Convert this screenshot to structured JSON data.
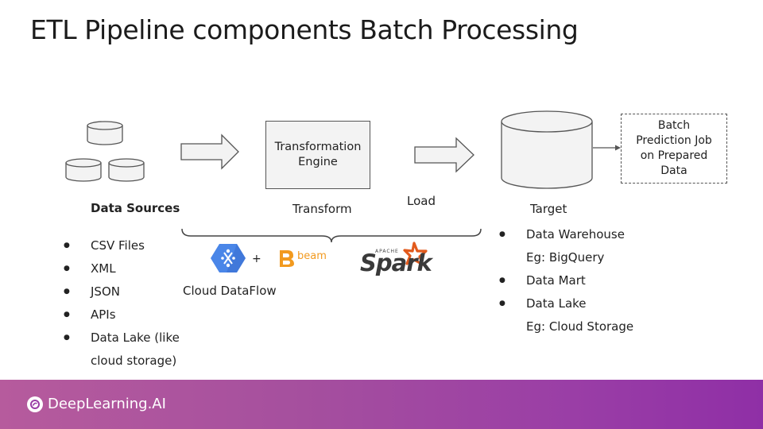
{
  "slide": {
    "title": "ETL Pipeline components Batch Processing"
  },
  "diagram": {
    "sources_label": "Data Sources",
    "engine_label": "Transformation Engine",
    "transform_label": "Transform",
    "load_label": "Load",
    "target_label": "Target",
    "batch_job_label": "Batch Prediction Job on Prepared Data",
    "dataflow_label": "Cloud DataFlow",
    "plus_sign": "+",
    "beam_label": "beam",
    "spark_small": "APACHE",
    "spark_label": "Spark"
  },
  "sources_list": [
    "CSV Files",
    "XML",
    "JSON",
    "APIs",
    "Data Lake (like",
    "cloud storage)"
  ],
  "target_list": [
    "Data Warehouse",
    "Eg: BigQuery",
    "Data Mart",
    "Data Lake",
    "Eg: Cloud Storage"
  ],
  "footer": {
    "brand": "DeepLearning.AI"
  },
  "colors": {
    "footer_start": "#b65b9d",
    "footer_end": "#8f2fa6",
    "dataflow_blue": "#4a86e8",
    "beam_orange": "#f29a1f",
    "spark_orange": "#e25a1c"
  }
}
